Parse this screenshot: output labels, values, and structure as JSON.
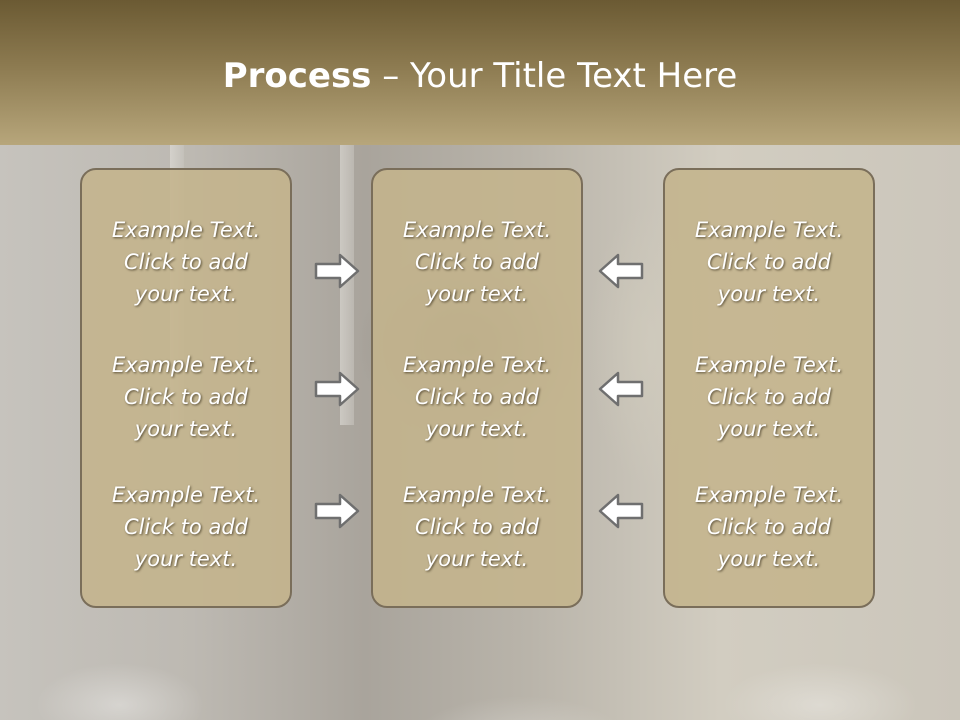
{
  "header": {
    "title_bold": "Process",
    "title_rest": " – Your Title Text Here"
  },
  "panels": [
    {
      "items": [
        {
          "text": "Example Text.\nClick  to add\nyour text."
        },
        {
          "text": "Example Text.\nClick  to add\nyour text."
        },
        {
          "text": "Example Text.\nClick  to add\nyour text."
        }
      ]
    },
    {
      "items": [
        {
          "text": "Example Text.\nClick  to add\nyour text."
        },
        {
          "text": "Example Text.\nClick  to add\nyour text."
        },
        {
          "text": "Example Text.\nClick  to add\nyour text."
        }
      ]
    },
    {
      "items": [
        {
          "text": "Example Text.\nClick  to add\nyour text."
        },
        {
          "text": "Example Text.\nClick  to add\nyour text."
        },
        {
          "text": "Example Text.\nClick  to add\nyour text."
        }
      ]
    }
  ],
  "arrows": {
    "left_column_direction": "right",
    "right_column_direction": "left",
    "icon": "outline-arrow-icon"
  },
  "colors": {
    "header_dark": "#6b5a33",
    "header_light": "#b7a67b",
    "panel_fill": "#c4b48c",
    "panel_border": "#7a6e5a"
  }
}
